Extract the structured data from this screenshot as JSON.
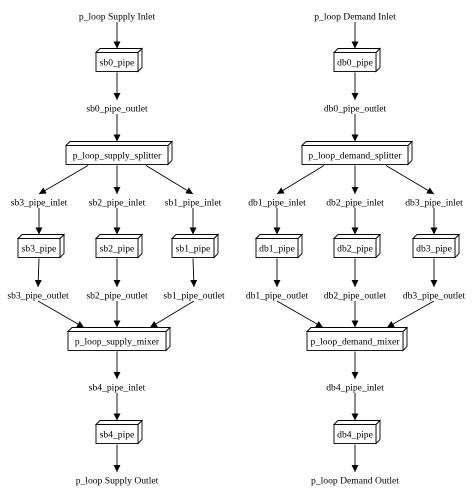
{
  "diagram": {
    "nodes": [
      {
        "id": "s_in",
        "label": "p_loop Supply Inlet",
        "kind": "text"
      },
      {
        "id": "sb0",
        "label": "sb0_pipe",
        "kind": "box"
      },
      {
        "id": "sb0o",
        "label": "sb0_pipe_outlet",
        "kind": "text"
      },
      {
        "id": "ssplit",
        "label": "p_loop_supply_splitter",
        "kind": "box"
      },
      {
        "id": "sb3i",
        "label": "sb3_pipe_inlet",
        "kind": "text"
      },
      {
        "id": "sb2i",
        "label": "sb2_pipe_inlet",
        "kind": "text"
      },
      {
        "id": "sb1i",
        "label": "sb1_pipe_inlet",
        "kind": "text"
      },
      {
        "id": "sb3",
        "label": "sb3_pipe",
        "kind": "box"
      },
      {
        "id": "sb2",
        "label": "sb2_pipe",
        "kind": "box"
      },
      {
        "id": "sb1",
        "label": "sb1_pipe",
        "kind": "box"
      },
      {
        "id": "sb3o",
        "label": "sb3_pipe_outlet",
        "kind": "text"
      },
      {
        "id": "sb2o",
        "label": "sb2_pipe_outlet",
        "kind": "text"
      },
      {
        "id": "sb1o",
        "label": "sb1_pipe_outlet",
        "kind": "text"
      },
      {
        "id": "smix",
        "label": "p_loop_supply_mixer",
        "kind": "box"
      },
      {
        "id": "sb4i",
        "label": "sb4_pipe_inlet",
        "kind": "text"
      },
      {
        "id": "sb4",
        "label": "sb4_pipe",
        "kind": "box"
      },
      {
        "id": "s_out",
        "label": "p_loop Supply Outlet",
        "kind": "text"
      },
      {
        "id": "d_in",
        "label": "p_loop Demand Inlet",
        "kind": "text"
      },
      {
        "id": "db0",
        "label": "db0_pipe",
        "kind": "box"
      },
      {
        "id": "db0o",
        "label": "db0_pipe_outlet",
        "kind": "text"
      },
      {
        "id": "dsplit",
        "label": "p_loop_demand_splitter",
        "kind": "box"
      },
      {
        "id": "db1i",
        "label": "db1_pipe_inlet",
        "kind": "text"
      },
      {
        "id": "db2i",
        "label": "db2_pipe_inlet",
        "kind": "text"
      },
      {
        "id": "db3i",
        "label": "db3_pipe_inlet",
        "kind": "text"
      },
      {
        "id": "db1",
        "label": "db1_pipe",
        "kind": "box"
      },
      {
        "id": "db2",
        "label": "db2_pipe",
        "kind": "box"
      },
      {
        "id": "db3",
        "label": "db3_pipe",
        "kind": "box"
      },
      {
        "id": "db1o",
        "label": "db1_pipe_outlet",
        "kind": "text"
      },
      {
        "id": "db2o",
        "label": "db2_pipe_outlet",
        "kind": "text"
      },
      {
        "id": "db3o",
        "label": "db3_pipe_outlet",
        "kind": "text"
      },
      {
        "id": "dmix",
        "label": "p_loop_demand_mixer",
        "kind": "box"
      },
      {
        "id": "db4i",
        "label": "db4_pipe_inlet",
        "kind": "text"
      },
      {
        "id": "db4",
        "label": "db4_pipe",
        "kind": "box"
      },
      {
        "id": "d_out",
        "label": "p_loop Demand Outlet",
        "kind": "text"
      }
    ],
    "edges": [
      [
        "s_in",
        "sb0"
      ],
      [
        "sb0",
        "sb0o"
      ],
      [
        "sb0o",
        "ssplit"
      ],
      [
        "ssplit",
        "sb3i"
      ],
      [
        "ssplit",
        "sb2i"
      ],
      [
        "ssplit",
        "sb1i"
      ],
      [
        "sb3i",
        "sb3"
      ],
      [
        "sb2i",
        "sb2"
      ],
      [
        "sb1i",
        "sb1"
      ],
      [
        "sb3",
        "sb3o"
      ],
      [
        "sb2",
        "sb2o"
      ],
      [
        "sb1",
        "sb1o"
      ],
      [
        "sb3o",
        "smix"
      ],
      [
        "sb2o",
        "smix"
      ],
      [
        "sb1o",
        "smix"
      ],
      [
        "smix",
        "sb4i"
      ],
      [
        "sb4i",
        "sb4"
      ],
      [
        "sb4",
        "s_out"
      ],
      [
        "d_in",
        "db0"
      ],
      [
        "db0",
        "db0o"
      ],
      [
        "db0o",
        "dsplit"
      ],
      [
        "dsplit",
        "db1i"
      ],
      [
        "dsplit",
        "db2i"
      ],
      [
        "dsplit",
        "db3i"
      ],
      [
        "db1i",
        "db1"
      ],
      [
        "db2i",
        "db2"
      ],
      [
        "db3i",
        "db3"
      ],
      [
        "db1",
        "db1o"
      ],
      [
        "db2",
        "db2o"
      ],
      [
        "db3",
        "db3o"
      ],
      [
        "db1o",
        "dmix"
      ],
      [
        "db2o",
        "dmix"
      ],
      [
        "db3o",
        "dmix"
      ],
      [
        "dmix",
        "db4i"
      ],
      [
        "db4i",
        "db4"
      ],
      [
        "db4",
        "d_out"
      ]
    ]
  }
}
